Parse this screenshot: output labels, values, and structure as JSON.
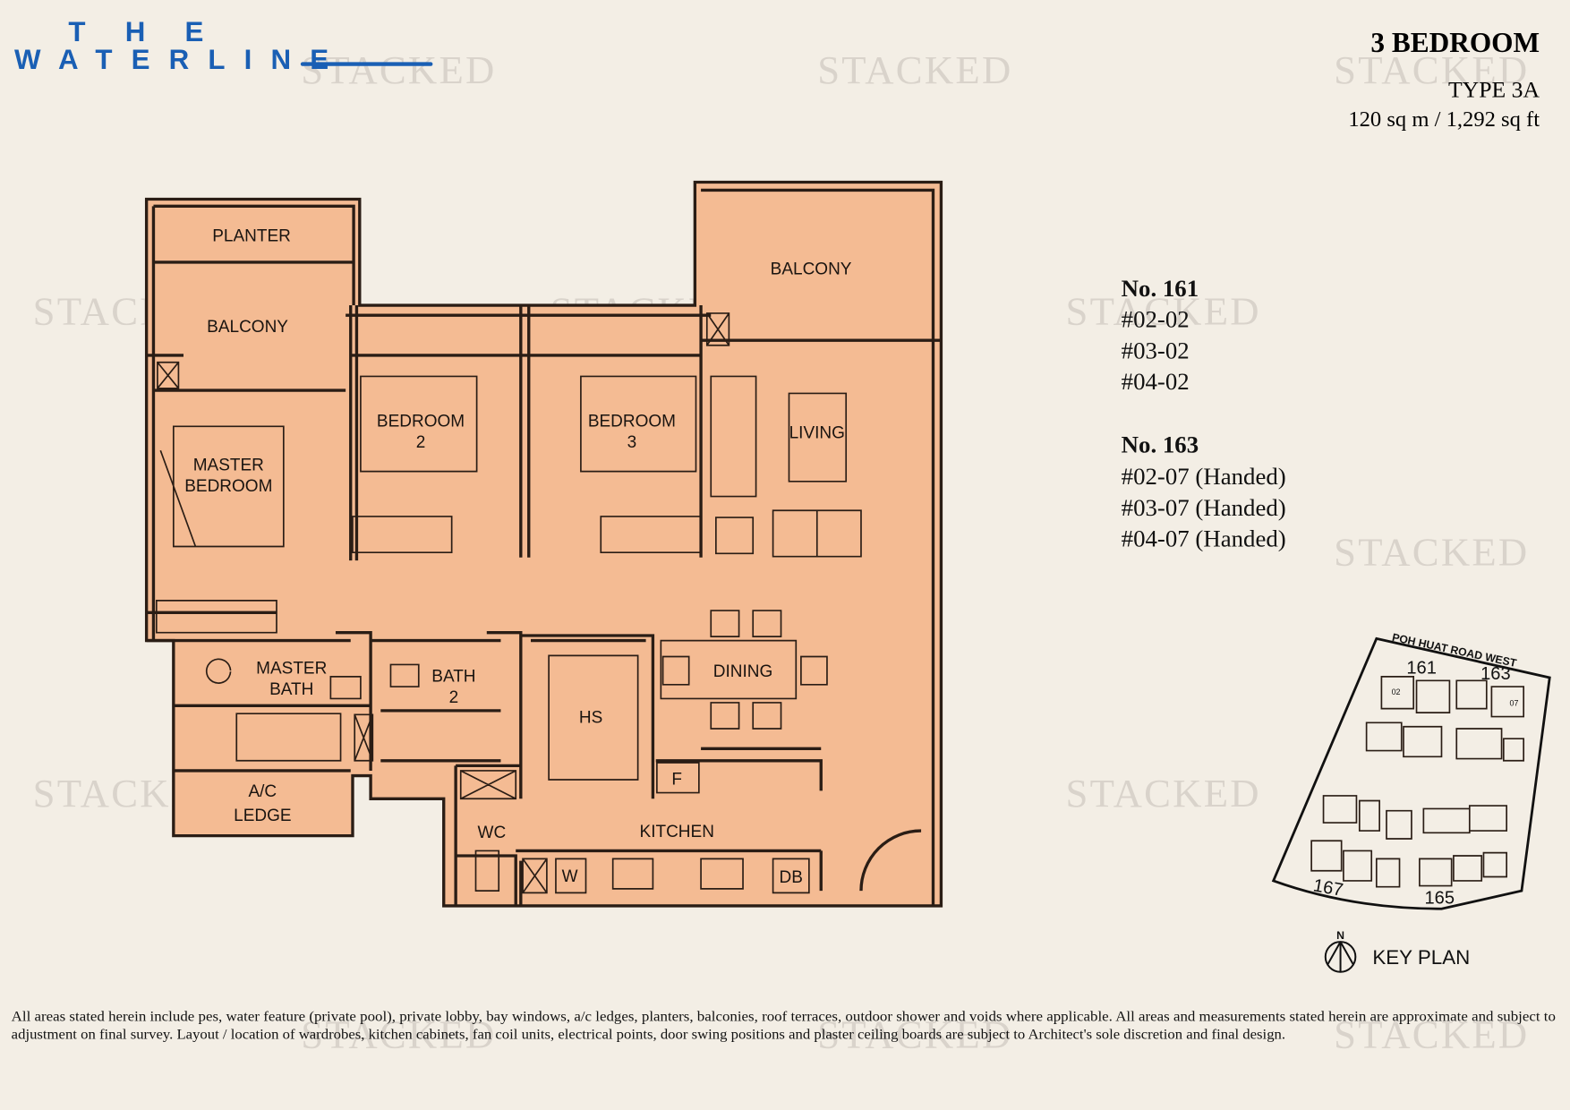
{
  "brand": {
    "logo_line1": "THE",
    "logo_line2": "WATERLINE",
    "logo_color": "#1a5fb4"
  },
  "header": {
    "unit_type": "3 BEDROOM",
    "type_code": "TYPE 3A",
    "area": "120 sq m / 1,292 sq ft"
  },
  "watermark": "STACKED",
  "floor_plan": {
    "fill_color": "#f4bb93",
    "rooms": {
      "planter": "PLANTER",
      "balcony_left": "BALCONY",
      "balcony_right": "BALCONY",
      "master_bedroom_1": "MASTER",
      "master_bedroom_2": "BEDROOM",
      "bedroom2_1": "BEDROOM",
      "bedroom2_2": "2",
      "bedroom3_1": "BEDROOM",
      "bedroom3_2": "3",
      "living": "LIVING",
      "dining": "DINING",
      "master_bath_1": "MASTER",
      "master_bath_2": "BATH",
      "bath2_1": "BATH",
      "bath2_2": "2",
      "hs": "HS",
      "ac_ledge_1": "A/C",
      "ac_ledge_2": "LEDGE",
      "wc": "WC",
      "kitchen": "KITCHEN",
      "fridge": "F",
      "washer": "W",
      "db": "DB"
    }
  },
  "units": {
    "block1": {
      "title": "No. 161",
      "items": [
        "#02-02",
        "#03-02",
        "#04-02"
      ]
    },
    "block2": {
      "title": "No. 163",
      "items": [
        "#02-07 (Handed)",
        "#03-07 (Handed)",
        "#04-07 (Handed)"
      ]
    }
  },
  "key_plan": {
    "road": "POH  HUAT  ROAD  WEST",
    "blocks": [
      "161",
      "163",
      "167",
      "165"
    ],
    "unit_02": "02",
    "unit_07": "07",
    "north": "N",
    "label": "KEY PLAN"
  },
  "footer": {
    "line1": "All areas stated herein include pes, water feature (private pool), private lobby, bay windows, a/c ledges, planters, balconies, roof terraces, outdoor shower and voids where applicable. All areas and measurements stated herein are approximate and subject to",
    "line2": "adjustment on final survey. Layout / location of wardrobes, kitchen cabinets, fan coil units, electrical points, door swing positions and plaster ceiling boards are subject to Architect's sole discretion and final design."
  }
}
